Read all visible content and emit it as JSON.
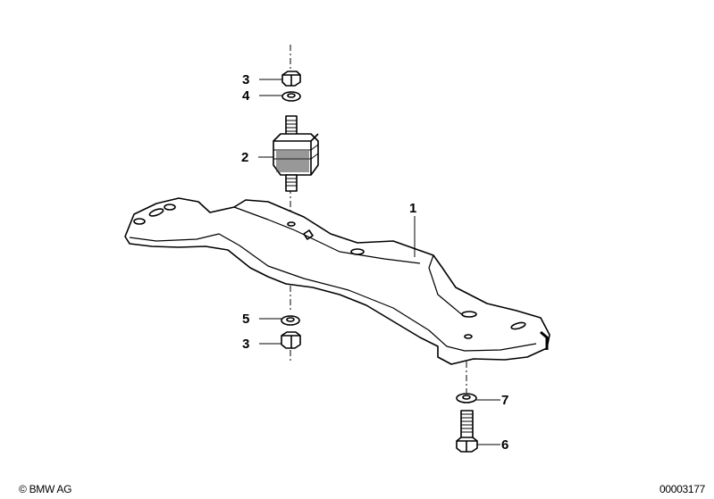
{
  "callouts": [
    {
      "number": "1",
      "part": "crossmember"
    },
    {
      "number": "2",
      "part": "rubber-mount"
    },
    {
      "number": "3",
      "part": "upper-hex-nut"
    },
    {
      "number": "4",
      "part": "upper-washer"
    },
    {
      "number": "5",
      "part": "lower-washer"
    },
    {
      "number": "3",
      "part": "lower-hex-nut"
    },
    {
      "number": "7",
      "part": "bolt-washer"
    },
    {
      "number": "6",
      "part": "hex-bolt"
    }
  ],
  "footer": {
    "copyright": "© BMW AG",
    "diagram_number": "00003177"
  }
}
